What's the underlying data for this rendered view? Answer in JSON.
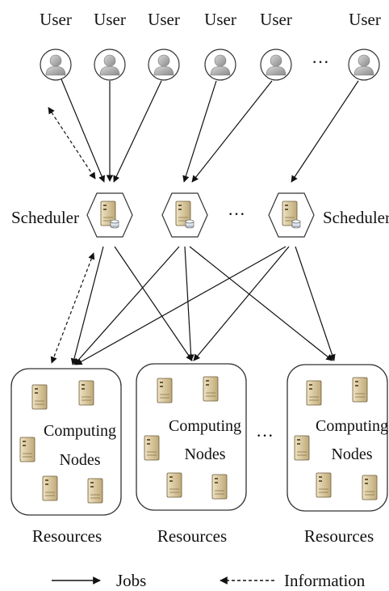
{
  "users": {
    "labels": [
      "User",
      "User",
      "User",
      "User",
      "User",
      "User"
    ],
    "ellipsis": "···"
  },
  "schedulers": {
    "left_label": "Scheduler",
    "right_label": "Scheduler",
    "ellipsis": "···"
  },
  "resources": {
    "box_text_line1": [
      "Computing",
      "Computing",
      "Computing"
    ],
    "box_text_line2": [
      "Nodes",
      "Nodes",
      "Nodes"
    ],
    "labels": [
      "Resources",
      "Resources",
      "Resources"
    ],
    "ellipsis": "···"
  },
  "legend": {
    "jobs_label": "Jobs",
    "information_label": "Information"
  }
}
